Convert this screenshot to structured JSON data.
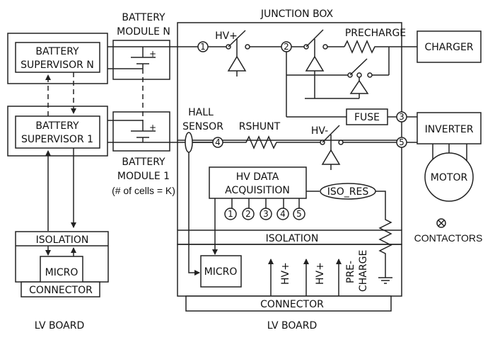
{
  "diagram": {
    "type": "battery management system block diagram",
    "colors": {
      "line": "#222222",
      "background": "#ffffff"
    },
    "battery_module_n": {
      "label_line1": "BATTERY",
      "label_line2": "MODULE N",
      "polarity": "+"
    },
    "battery_module_1": {
      "label_line1": "BATTERY",
      "label_line2": "MODULE 1",
      "note": "(# of cells = K)",
      "polarity": "+"
    },
    "supervisor_n": {
      "line1": "BATTERY",
      "line2": "SUPERVISOR N"
    },
    "supervisor_1": {
      "line1": "BATTERY",
      "line2": "SUPERVISOR 1"
    },
    "left_lv_board": {
      "isolation": "ISOLATION",
      "micro": "MICRO",
      "connector": "CONNECTOR",
      "caption": "LV BOARD"
    },
    "junction_box": {
      "title": "JUNCTION BOX",
      "hv_plus": "HV+",
      "hv_minus": "HV-",
      "precharge": "PRECHARGE",
      "hall_sensor_line1": "HALL",
      "hall_sensor_line2": "SENSOR",
      "rshunt": "RSHUNT",
      "fuse": "FUSE",
      "nodes": [
        "1",
        "2",
        "3",
        "4",
        "5"
      ],
      "hv_data_line1": "HV DATA",
      "hv_data_line2": "ACQUISITION",
      "iso_res": "ISO_RES",
      "isolation": "ISOLATION",
      "micro": "MICRO",
      "signals": [
        {
          "line1": "HV+",
          "line2": ""
        },
        {
          "line1": "HV+",
          "line2": ""
        },
        {
          "line1": "PRE-",
          "line2": "CHARGE"
        }
      ],
      "connector": "CONNECTOR",
      "caption": "LV BOARD"
    },
    "charger": "CHARGER",
    "inverter": "INVERTER",
    "motor": "MOTOR",
    "legend": {
      "symbol": "⊗",
      "label": "CONTACTORS"
    }
  }
}
